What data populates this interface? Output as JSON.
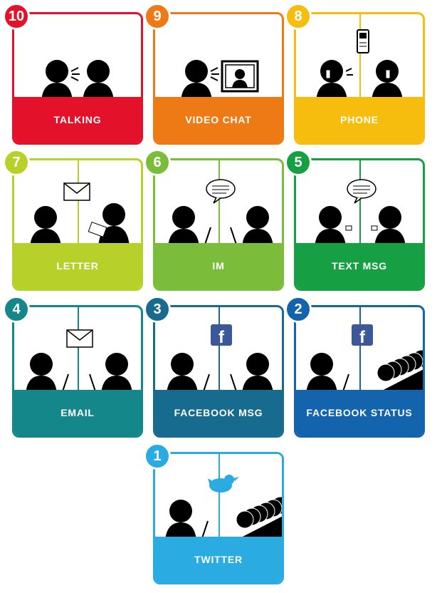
{
  "cards": [
    {
      "rank": "10",
      "label": "TALKING",
      "color": "#e3112a"
    },
    {
      "rank": "9",
      "label": "VIDEO CHAT",
      "color": "#ee7a16"
    },
    {
      "rank": "8",
      "label": "PHONE",
      "color": "#f6bd0f"
    },
    {
      "rank": "7",
      "label": "LETTER",
      "color": "#b8d12a"
    },
    {
      "rank": "6",
      "label": "IM",
      "color": "#7bbd3a"
    },
    {
      "rank": "5",
      "label": "TEXT MSG",
      "color": "#16a043"
    },
    {
      "rank": "4",
      "label": "EMAIL",
      "color": "#14878a"
    },
    {
      "rank": "3",
      "label": "FACEBOOK MSG",
      "color": "#176b8e"
    },
    {
      "rank": "2",
      "label": "FACEBOOK STATUS",
      "color": "#1463ad"
    },
    {
      "rank": "1",
      "label": "TWITTER",
      "color": "#2aabe2"
    }
  ],
  "icons": {
    "facebook": "f"
  }
}
